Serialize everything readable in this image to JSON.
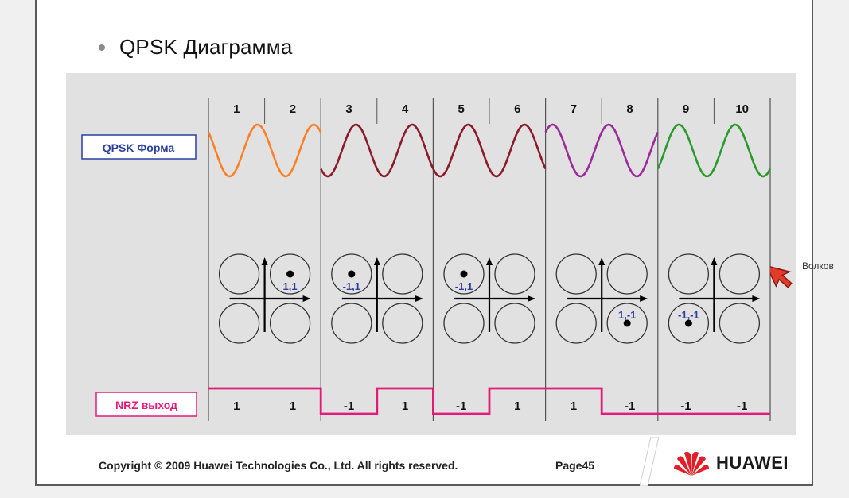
{
  "slide": {
    "title": "QPSK Диаграмма",
    "footer": {
      "copyright": "Copyright © 2009 Huawei Technologies Co., Ltd. All rights reserved.",
      "page": "Page45",
      "brand": "HUAWEI"
    },
    "author": "Волков"
  },
  "diagram": {
    "labels": {
      "waveform": "QPSK Форма",
      "nrz": "NRZ выход"
    },
    "bit_numbers": [
      "1",
      "2",
      "3",
      "4",
      "5",
      "6",
      "7",
      "8",
      "9",
      "10"
    ],
    "nrz_values": [
      "1",
      "1",
      "-1",
      "1",
      "-1",
      "1",
      "1",
      "-1",
      "-1",
      "-1"
    ],
    "symbols": [
      {
        "label": "1,1",
        "i": 1,
        "q": 1,
        "color": "#ff7f27"
      },
      {
        "label": "-1,1",
        "i": -1,
        "q": 1,
        "color": "#8b1a2b"
      },
      {
        "label": "-1,1",
        "i": -1,
        "q": 1,
        "color": "#8b1a2b"
      },
      {
        "label": "1,-1",
        "i": 1,
        "q": -1,
        "color": "#9b2a9b"
      },
      {
        "label": "-1,-1",
        "i": -1,
        "q": -1,
        "color": "#2a9a2a"
      }
    ],
    "colors": {
      "label_blue": "#2b3fa0",
      "nrz_pink": "#e6197a",
      "panel": "#e1e1e1"
    }
  }
}
